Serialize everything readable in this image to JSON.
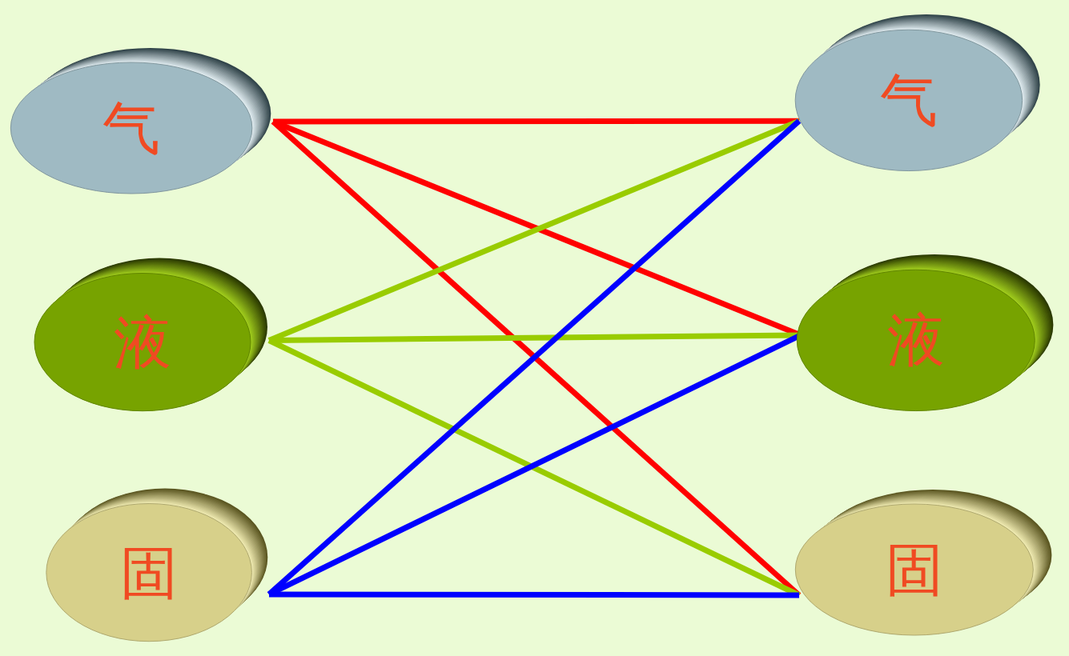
{
  "diagram": {
    "nodes": [
      {
        "text": [
          "气"
        ]
      },
      {
        "text": [
          "气"
        ]
      },
      {
        "text": [
          "液"
        ]
      },
      {
        "text": [
          "液"
        ]
      },
      {
        "text": [
          "固"
        ]
      },
      {
        "text": [
          "固"
        ]
      }
    ],
    "edges": [
      {
        "from": 0,
        "to": 1,
        "arrow": "none"
      },
      {
        "from": 0,
        "to": 3,
        "arrow": "none"
      },
      {
        "from": 0,
        "to": 5,
        "arrow": "none"
      },
      {
        "from": 2,
        "to": 1,
        "arrow": "none"
      },
      {
        "from": 2,
        "to": 3,
        "arrow": "none"
      },
      {
        "from": 2,
        "to": 5,
        "arrow": "none"
      },
      {
        "from": 4,
        "to": 1,
        "arrow": "none"
      },
      {
        "from": 4,
        "to": 3,
        "arrow": "none"
      },
      {
        "from": 4,
        "to": 5,
        "arrow": "none"
      }
    ]
  }
}
